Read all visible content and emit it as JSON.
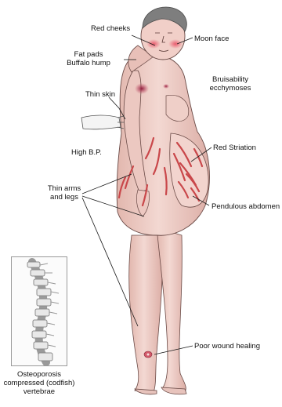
{
  "labels": {
    "red_cheeks": "Red cheeks",
    "moon_face": "Moon face",
    "fat_pads_1": "Fat pads",
    "fat_pads_2": "Buffalo hump",
    "bruise_1": "Bruisability",
    "bruise_2": "ecchymoses",
    "thin_skin": "Thin skin",
    "high_bp": "High B.P.",
    "red_striation": "Red Striation",
    "thin_limbs_1": "Thin arms",
    "thin_limbs_2": "and legs",
    "pendulous": "Pendulous abdomen",
    "wound": "Poor wound healing",
    "osteo_1": "Osteoporosis",
    "osteo_2": "compressed (codfish)",
    "osteo_3": "vertebrae"
  },
  "colors": {
    "skin": "#f0d2cc",
    "skin_shadow": "#d9aca4",
    "striae": "#c9474a",
    "cheek": "#e45a6a",
    "bruise": "#b02a4a",
    "hair": "#7e7e7e",
    "line": "#1a1a1a"
  }
}
